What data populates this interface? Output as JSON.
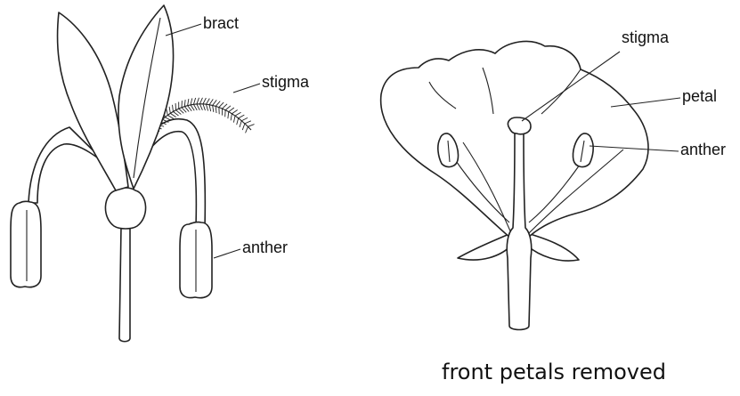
{
  "diagrams": {
    "grass_flower": {
      "labels": {
        "bract": "bract",
        "stigma": "stigma",
        "anther": "anther"
      }
    },
    "insect_flower": {
      "labels": {
        "stigma": "stigma",
        "petal": "petal",
        "anther": "anther"
      },
      "caption": "front petals removed"
    }
  }
}
